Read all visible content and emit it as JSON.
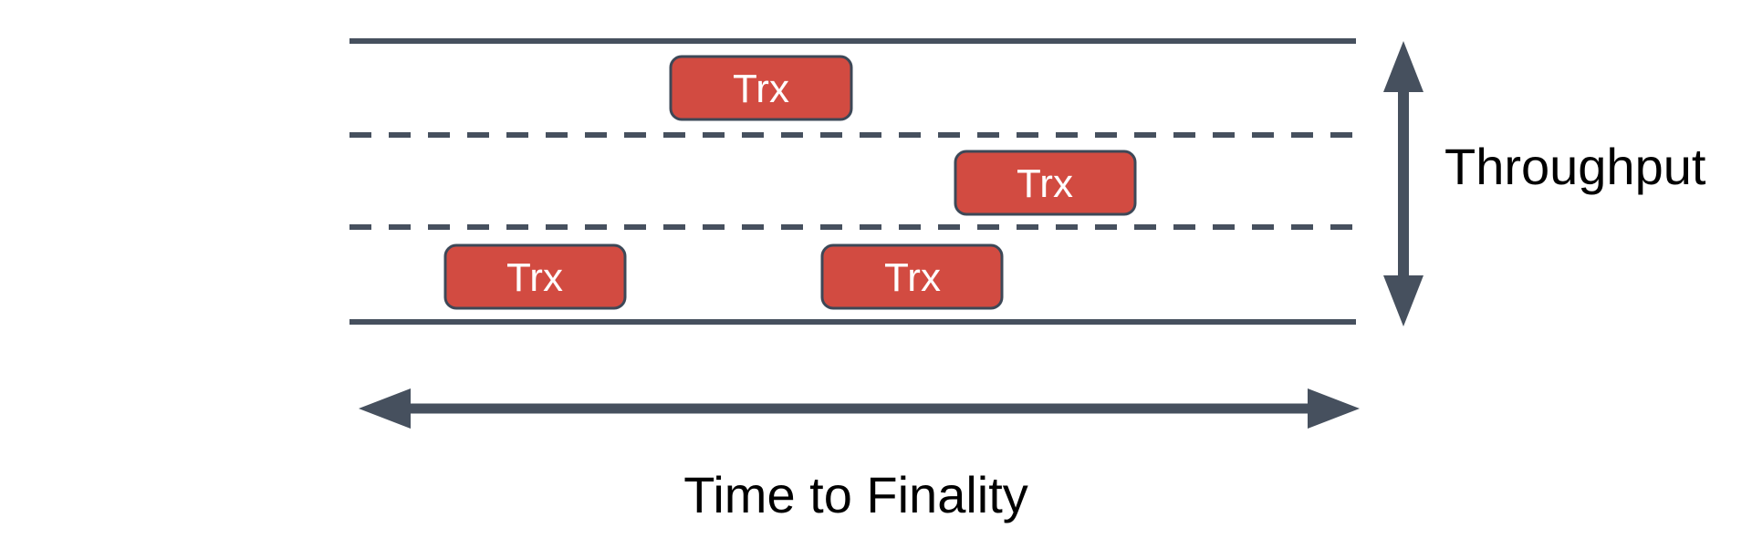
{
  "diagram": {
    "description": "Three-lane road diagram with transaction blocks, throughput axis and time-to-finality axis",
    "colors": {
      "stroke": "#46505E",
      "box_fill": "#D24B41",
      "box_border": "#3D4857",
      "box_text": "#FFFFFF",
      "label_text": "#000000",
      "background": "#FFFFFF"
    },
    "lanes": {
      "count": 3
    },
    "transactions": [
      {
        "label": "Trx",
        "lane": "top"
      },
      {
        "label": "Trx",
        "lane": "middle"
      },
      {
        "label": "Trx",
        "lane": "bottom"
      },
      {
        "label": "Trx",
        "lane": "bottom"
      }
    ],
    "axis_labels": {
      "vertical": "Throughput",
      "horizontal": "Time to Finality"
    }
  }
}
